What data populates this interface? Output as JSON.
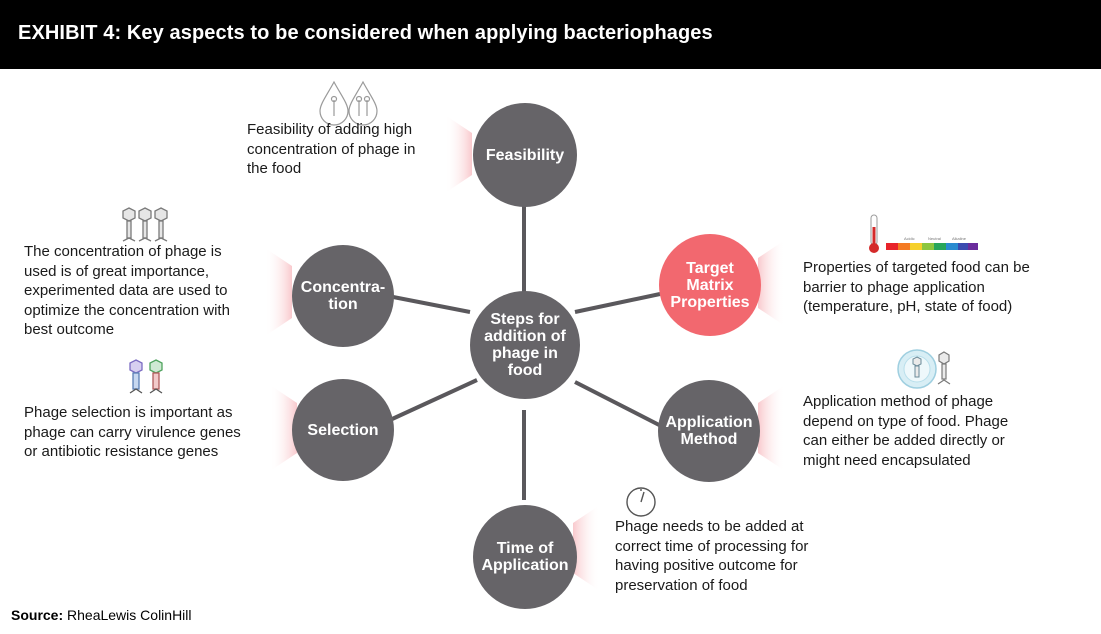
{
  "header": {
    "title": "EXHIBIT 4: Key aspects to be considered when applying bacteriophages"
  },
  "hub": {
    "label": "Steps for\naddition of\nphage in\nfood"
  },
  "nodes": {
    "feasibility": {
      "label": "Feasibility",
      "desc": "Feasibility of adding high\nconcentration of phage in\nthe food",
      "icon": "phage-droplets-icon"
    },
    "target": {
      "label": "Target\nMatrix\nProperties",
      "desc": "Properties of targeted food can be\nbarrier to phage application\n(temperature, pH, state of food)",
      "icon": "thermometer-ph-scale-icon"
    },
    "application": {
      "label": "Application\nMethod",
      "desc": "Application method of phage\ndepend on type of food. Phage\ncan either be added directly or\nmight need encapsulated",
      "icon": "encapsulated-phage-icon"
    },
    "time": {
      "label": "Time of\nApplication",
      "desc": "Phage needs to be added at\ncorrect time of processing for\nhaving positive outcome for\npreservation of food",
      "icon": "clock-icon"
    },
    "selection": {
      "label": "Selection",
      "desc": "Phage selection is important as\nphage can carry virulence genes\nor antibiotic resistance genes",
      "icon": "selected-phages-icon"
    },
    "concentration": {
      "label": "Concentra-\ntion",
      "desc": "The concentration of phage is\nused is of great importance,\nexperimented data are used to\noptimize the concentration with\nbest outcome",
      "icon": "three-phages-icon"
    }
  },
  "ph_scale": {
    "left": "Acidic",
    "mid": "Neutral",
    "right": "Alkaline"
  },
  "source": {
    "label": "Source:",
    "text": "RheaLewis ColinHill"
  },
  "colors": {
    "node": "#666468",
    "accent": "#f2686f",
    "connector": "#5a585c",
    "arrow_fade": "#fbd5d8",
    "header": "#000000"
  }
}
